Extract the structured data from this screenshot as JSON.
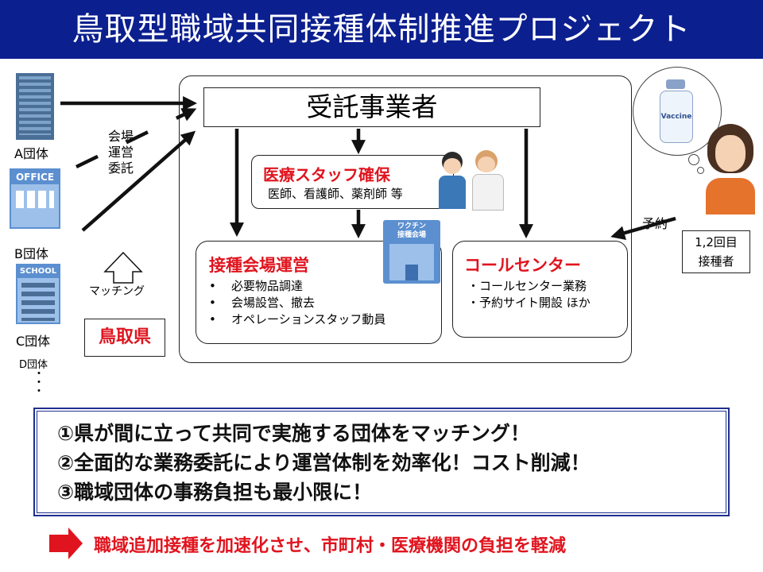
{
  "title": "鳥取型職域共同接種体制推進プロジェクト",
  "contractor": "受託事業者",
  "staff": {
    "title": "医療スタッフ確保",
    "desc": "医師、看護師、薬剤師 等"
  },
  "venue": {
    "title": "接種会場運営",
    "items": [
      "必要物品調達",
      "会場設営、撤去",
      "オペレーションスタッフ動員"
    ]
  },
  "callcenter": {
    "title": "コールセンター",
    "items": [
      "コールセンター業務",
      "予約サイト開設 ほか"
    ]
  },
  "venue_sign": [
    "ワクチン",
    "接種会場"
  ],
  "groups": [
    "A団体",
    "B団体",
    "C団体",
    "D団体"
  ],
  "building_signs": {
    "office": "OFFICE",
    "school": "SCHOOL"
  },
  "commission_label": [
    "会場",
    "運営",
    "委託"
  ],
  "matching_label": "マッチング",
  "prefecture": "鳥取県",
  "reservation_label": "予約",
  "recipient": [
    "1,2回目",
    "接種者"
  ],
  "vaccine_label": "Vaccine",
  "summary": [
    "①県が間に立って共同で実施する団体をマッチング！",
    "②全面的な業務委託により運営体制を効率化！コスト削減！",
    "③職域団体の事務負担も最小限に！"
  ],
  "conclusion": "職域追加接種を加速化させ、市町村・医療機関の負担を軽減",
  "colors": {
    "title_bg": "#0b1f8f",
    "accent_red": "#e0141e",
    "summary_border": "#1f2f8f"
  }
}
